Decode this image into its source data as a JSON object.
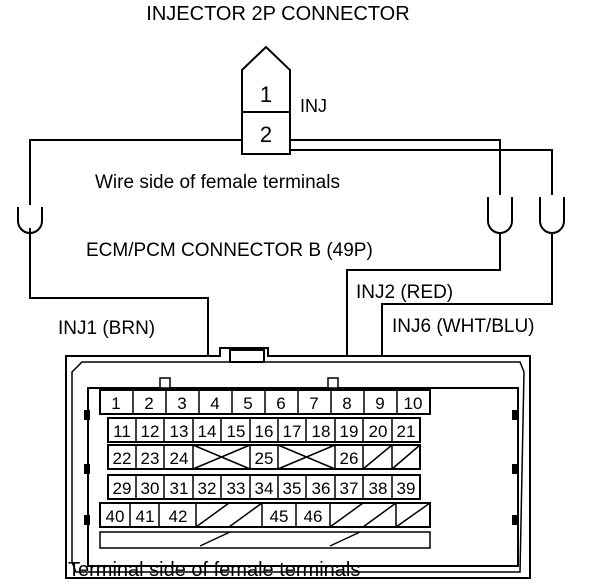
{
  "titles": {
    "injector_connector": "INJECTOR 2P CONNECTOR",
    "wire_side": "Wire side of female terminals",
    "ecm_connector": "ECM/PCM CONNECTOR B (49P)",
    "terminal_side": "Terminal side of female terminals"
  },
  "injector": {
    "pins": [
      "1",
      "2"
    ],
    "signal_label": "INJ"
  },
  "wires": {
    "inj1": "INJ1 (BRN)",
    "inj2": "INJ2 (RED)",
    "inj6": "INJ6 (WHT/BLU)"
  },
  "ecm_terminals": {
    "row1": [
      "1",
      "2",
      "3",
      "4",
      "5",
      "6",
      "7",
      "8",
      "9",
      "10"
    ],
    "row2": [
      "11",
      "12",
      "13",
      "14",
      "15",
      "16",
      "17",
      "18",
      "19",
      "20",
      "21"
    ],
    "row3": [
      "22",
      "23",
      "24",
      "25",
      "26"
    ],
    "row4": [
      "29",
      "30",
      "31",
      "32",
      "33",
      "34",
      "35",
      "36",
      "37",
      "38",
      "39"
    ],
    "row5": [
      "40",
      "41",
      "42",
      "45",
      "46"
    ]
  },
  "colors": {
    "line": "#000000",
    "background": "#ffffff"
  }
}
